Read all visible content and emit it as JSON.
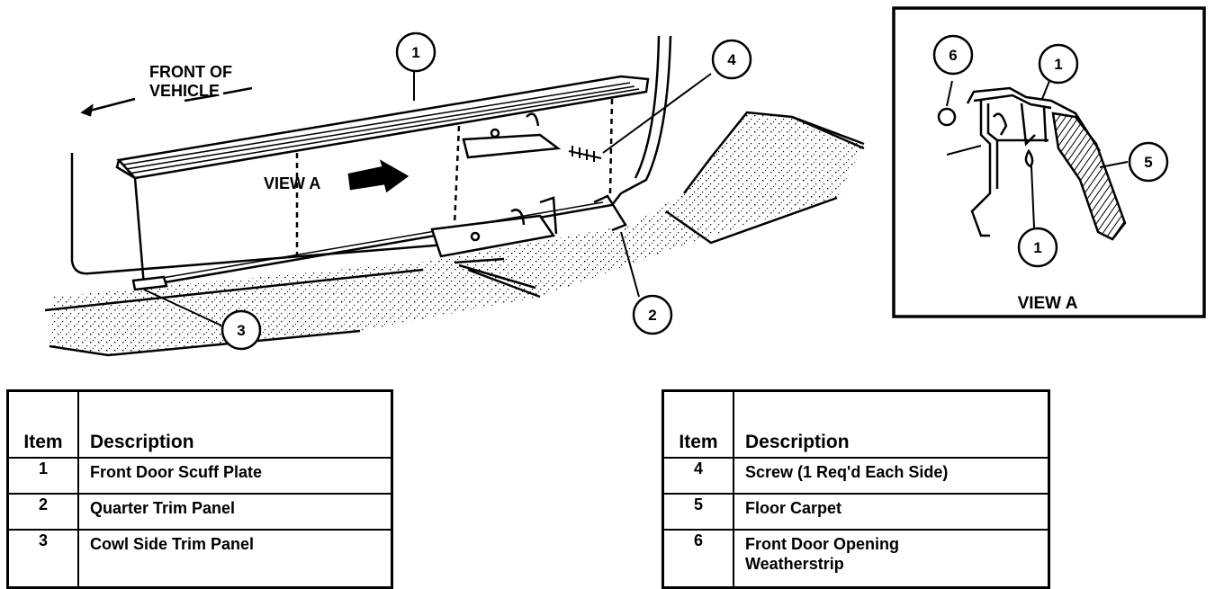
{
  "diagram": {
    "front_label_line1": "FRONT OF",
    "front_label_line2": "VEHICLE",
    "view_a_label": "VIEW A",
    "inset_title": "VIEW A",
    "callouts_main": [
      "1",
      "4",
      "3",
      "2"
    ],
    "callouts_inset": [
      "6",
      "1",
      "5",
      "1"
    ]
  },
  "tables": {
    "header_item": "Item",
    "header_description": "Description",
    "left_rows": [
      {
        "item": "1",
        "description": "Front Door Scuff Plate"
      },
      {
        "item": "2",
        "description": "Quarter Trim Panel"
      },
      {
        "item": "3",
        "description": "Cowl Side Trim Panel"
      }
    ],
    "right_rows": [
      {
        "item": "4",
        "description": "Screw (1 Req'd Each Side)"
      },
      {
        "item": "5",
        "description": "Floor Carpet"
      },
      {
        "item": "6",
        "description": "Front Door Opening Weatherstrip"
      }
    ]
  }
}
